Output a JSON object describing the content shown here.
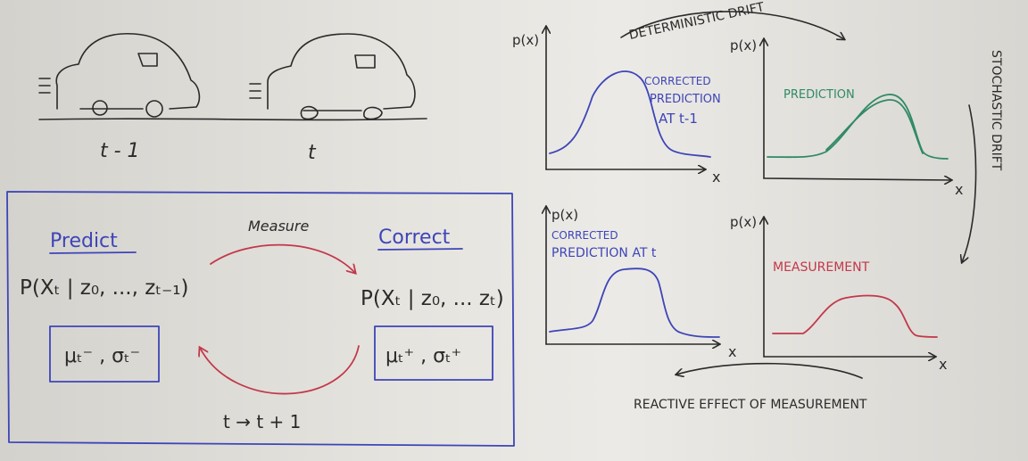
{
  "cars": {
    "left_label": "t - 1",
    "right_label": "t"
  },
  "box": {
    "predict_title": "Predict",
    "predict_formula": "P(Xₜ | z₀, ..., zₜ₋₁)",
    "predict_params": "μₜ⁻ , σₜ⁻",
    "correct_title": "Correct",
    "correct_formula": "P(Xₜ | z₀, ... zₜ)",
    "correct_params": "μₜ⁺ , σₜ⁺",
    "measure_label": "Measure",
    "time_step_label": "t → t + 1"
  },
  "graphs": {
    "deterministic_drift": "DETERMINISTIC DRIFT",
    "stochastic_drift": "STOCHASTIC DRIFT",
    "reactive_effect": "REACTIVE EFFECT OF MEASUREMENT",
    "corrected_prev": [
      "CORRECTED",
      "PREDICTION",
      "AT t-1"
    ],
    "prediction": "PREDICTION",
    "corrected_now": [
      "CORRECTED",
      "PREDICTION AT t"
    ],
    "measurement": "MEASUREMENT",
    "y_axis_label": "p(x)",
    "x_axis_label": "x"
  },
  "colors": {
    "blue": "#3d45b8",
    "red": "#c2384a",
    "green": "#2f8a66",
    "ink": "#2a2a2a"
  }
}
